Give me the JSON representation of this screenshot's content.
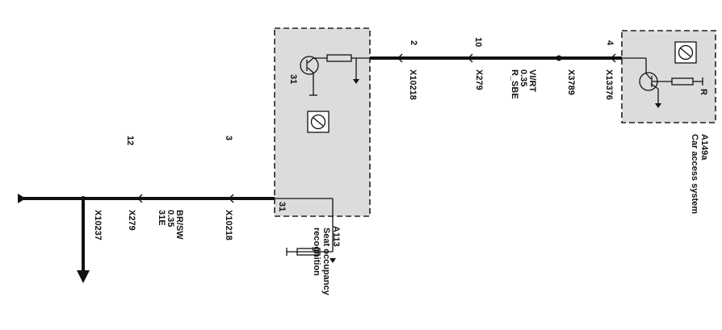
{
  "wire_left": {
    "left_connector": "X10237",
    "mid_connector": "X279",
    "mid_pin": "12",
    "right_connector": "X10218",
    "right_pin": "3",
    "wire_name": "31E",
    "wire_size": "0.35",
    "wire_color": "BR/SW"
  },
  "wire_right": {
    "connector_a": "X10218",
    "pin_a": "2",
    "connector_b": "X279",
    "pin_b": "10",
    "wire_name": "R_SBE",
    "wire_size": "0.35",
    "wire_color": "VI/RT",
    "splice": "X3789",
    "connector_c": "X13376",
    "pin_c": "4"
  },
  "module_a113": {
    "id": "A113",
    "name_line1": "Seat occupancy",
    "name_line2": "recognition",
    "ground_label_top": "31",
    "ground_label_bottom": "31"
  },
  "module_a149a": {
    "id": "A149a",
    "name": "Car access system",
    "resistor_label": "R"
  },
  "colors": {
    "module_fill": "#dcdcdc",
    "line": "#111111"
  }
}
